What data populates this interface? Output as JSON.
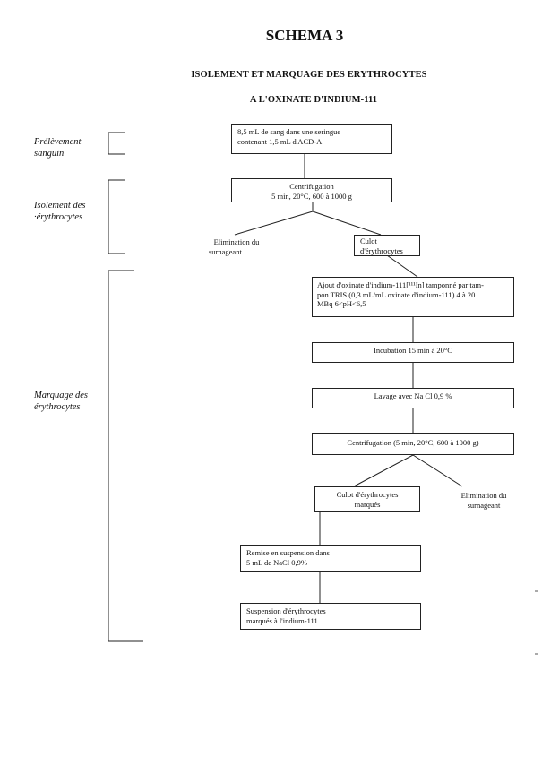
{
  "header": {
    "title": "SCHEMA 3",
    "subtitle_1": "ISOLEMENT ET MARQUAGE DES ERYTHROCYTES",
    "subtitle_2": "A L'OXINATE D'INDIUM-111"
  },
  "phases": {
    "prelevement": [
      "Prélèvement",
      "sanguin"
    ],
    "isolement": [
      "Isolement des",
      "·érythrocytes"
    ],
    "marquage": [
      "Marquage des",
      "érythrocytes"
    ]
  },
  "steps": {
    "sang": [
      "8,5 mL de sang dans une seringue",
      "contenant 1,5 mL d'ACD-A"
    ],
    "centrif1": [
      "Centrifugation",
      "5 min, 20°C, 600 à 1000 g"
    ],
    "elim1": [
      "Elimination du",
      "surnageant"
    ],
    "culot1": [
      "Culot",
      "d'érythrocytes"
    ],
    "ajout": [
      "Ajout d'oxinate d'indium-111[¹¹¹In] tamponné par tam-",
      "pon TRIS (0,3 mL/mL oxinate d'indium-111)  4 à 20",
      "MBq   6<pH<6,5"
    ],
    "incubation": "Incubation 15 min à 20°C",
    "lavage": "Lavage avec Na Cl 0,9 %",
    "centrif2": "Centrifugation (5 min, 20°C, 600 à 1000 g)",
    "culot2": [
      "Culot d'érythrocytes",
      "marqués"
    ],
    "elim2": [
      "Elimination du",
      "surnageant"
    ],
    "remise": [
      "Remise en suspension dans",
      "5 mL de NaCl 0,9%"
    ],
    "suspension": [
      "Suspension d'érythrocytes",
      "marqués à l'indium-111"
    ]
  }
}
